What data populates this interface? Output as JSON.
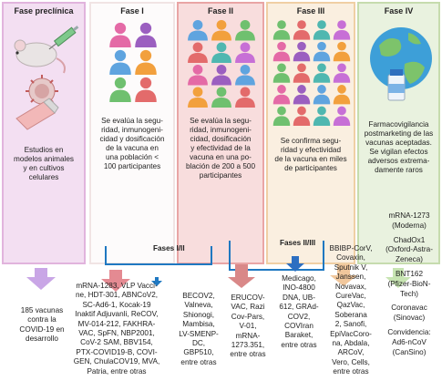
{
  "phases": [
    {
      "title": "Fase preclínica",
      "desc_lines": [
        "Estudios en",
        "modelos animales",
        "y en cultivos",
        "celulares"
      ]
    },
    {
      "title": "Fase I",
      "desc_lines": [
        "Se evalúa la segu-",
        "ridad, inmunogeni-",
        "cidad y dosificación",
        "de la vacuna en",
        "una población <",
        "100 participantes"
      ]
    },
    {
      "title": "Fase II",
      "desc_lines": [
        "Se evalúa la segu-",
        "ridad, inmunogeni-",
        "cidad, dosificación",
        "y efectividad de la",
        "vacuna en una po-",
        "blación de 200 a 500",
        "participantes"
      ]
    },
    {
      "title": "Fase III",
      "desc_lines": [
        "Se confirma segu-",
        "ridad y efectividad",
        "de la vacuna en miles",
        "de participantes"
      ]
    },
    {
      "title": "Fase IV",
      "desc_lines": [
        "Farmacovigilancia",
        "postmarketing de las",
        "vacunas aceptadas.",
        "Se vigilan efectos",
        "adversos extrema-",
        "damente raros"
      ]
    }
  ],
  "subheads": {
    "phase_1_2": "Fases I/II",
    "phase_2_3": "Fases II/III"
  },
  "columns": [
    {
      "lines": [
        "185 vacunas",
        "contra la",
        "COVID-19 en",
        "desarrollo"
      ]
    },
    {
      "lines": [
        "mRNA-1283, VLP Vacci-",
        "ne, HDT-301, ABNCoV2,",
        "SC-Ad6-1, Kocak-19",
        "Inaktif Adjuvanli, ReCOV,",
        "MV-014-212, FAKHRA-",
        "VAC, SpFN, NBP2001,",
        "CoV-2 SAM, BBV154,",
        "PTX-COVID19-B, COVI-",
        "GEN, ChulaCOV19, MVA,",
        "Patria, entre otras"
      ]
    },
    {
      "lines": [
        "BECOV2,",
        "Valneva,",
        "Shionogi,",
        "Mambisa,",
        "LV-SMENP-",
        "DC,",
        "GBP510,",
        "entre otras"
      ]
    },
    {
      "lines": [
        "ERUCOV-",
        "VAC, Razi",
        "Cov-Pars,",
        "V-01,",
        "mRNA-",
        "1273.351,",
        "entre otras"
      ]
    },
    {
      "lines": [
        "Medicago,",
        "INO-4800",
        "DNA, UB-",
        "612, GRAd-",
        "COV2,",
        "COVIran",
        "Baraket,",
        "entre otras"
      ]
    },
    {
      "lines": [
        "BBIBP-CorV,",
        "Covaxin,",
        "Sputnik V,",
        "Janssen,",
        "Novavax,",
        "CureVac,",
        "QazVac,",
        "Soberana",
        "2, Sanofi,",
        "EpiVacCoro-",
        "na, Abdala,",
        "ARCoV,",
        "Vero, Cells,",
        "entre otras"
      ]
    },
    {
      "lines": [
        "mRNA-1273",
        "(Moderna)",
        "",
        "ChadOx1",
        "(Oxford-Astra-",
        "Zeneca)",
        "",
        "BNT162",
        "(Pfizer-BioN-",
        "Tech)",
        "",
        "Coronavac",
        "(Sinovac)",
        "",
        "Convidencia:",
        "Ad6-nCoV",
        "(CanSino)"
      ]
    }
  ],
  "colors": {
    "preclinical": "#f3dff2",
    "phase1": "#fdfbfb",
    "phase2": "#f8dddd",
    "phase3": "#faefe0",
    "phase4": "#e9f2df",
    "bracket": "#1f78c1",
    "arrow_purple": "#c9a6e6",
    "arrow_pink": "#e48a92",
    "arrow_red": "#d98888",
    "arrow_blue": "#2d6fc1",
    "arrow_peach": "#f1c79c",
    "arrow_green": "#c7e4b2"
  },
  "icons": [
    "mouse-icon",
    "syringe-icon",
    "virus-icon",
    "culture-flask-icon",
    "people-group-icon",
    "globe-icon",
    "vaccine-vial-icon"
  ]
}
